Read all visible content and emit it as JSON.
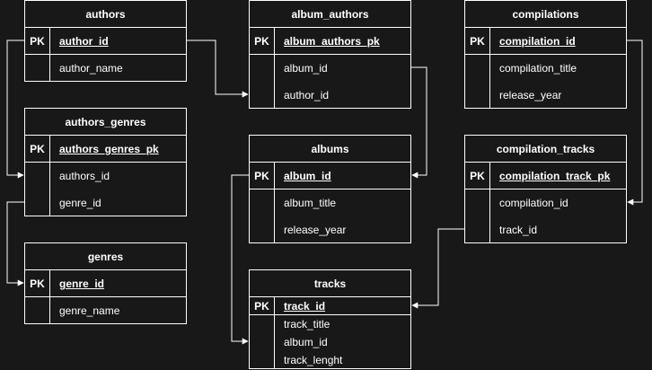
{
  "diagram": {
    "colors": {
      "background": "#181818",
      "stroke": "#ffffff",
      "text": "#ffffff"
    },
    "tables": {
      "authors": {
        "title": "authors",
        "pk": {
          "key": "PK",
          "name": "author_id"
        },
        "fields": [
          "author_name"
        ]
      },
      "album_authors": {
        "title": "album_authors",
        "pk": {
          "key": "PK",
          "name": "album_authors_pk"
        },
        "fields": [
          "album_id",
          "author_id"
        ]
      },
      "compilations": {
        "title": "compilations",
        "pk": {
          "key": "PK",
          "name": "compilation_id"
        },
        "fields": [
          "compilation_title",
          "release_year"
        ]
      },
      "authors_genres": {
        "title": "authors_genres",
        "pk": {
          "key": "PK",
          "name": "authors_genres_pk"
        },
        "fields": [
          "authors_id",
          "genre_id"
        ]
      },
      "albums": {
        "title": "albums",
        "pk": {
          "key": "PK",
          "name": "album_id"
        },
        "fields": [
          "album_title",
          "release_year"
        ]
      },
      "compilation_tracks": {
        "title": "compilation_tracks",
        "pk": {
          "key": "PK",
          "name": "compilation_track_pk"
        },
        "fields": [
          "compilation_id",
          "track_id"
        ]
      },
      "genres": {
        "title": "genres",
        "pk": {
          "key": "PK",
          "name": "genre_id"
        },
        "fields": [
          "genre_name"
        ]
      },
      "tracks": {
        "title": "tracks",
        "pk": {
          "key": "PK",
          "name": "track_id"
        },
        "fields": [
          "track_title",
          "album_id",
          "track_lenght"
        ]
      }
    }
  }
}
